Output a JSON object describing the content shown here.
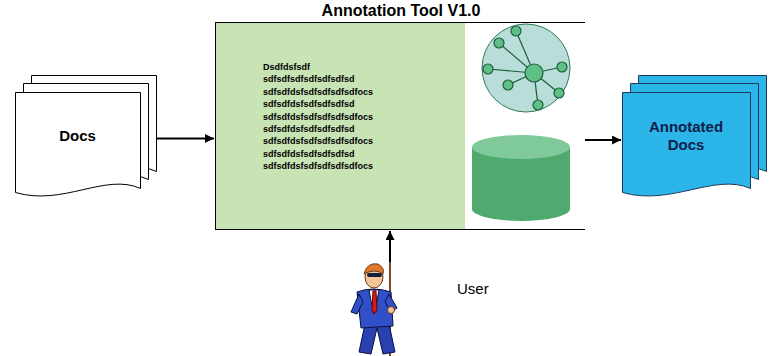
{
  "diagram": {
    "nodes": [
      {
        "text": [
          "Docs"
        ]
      },
      {
        "text": [
          "Annotation Tool V1.0",
          "Dsdfdsfsdf sdfsdfsdfsdfsdfsdfsd sdfsdfdsfsdfsdfsdfsdfocs sdfsdfdsfsdfsdfsdfsd sdfsdfdsfsdfsdfsdfsdfocs sdfsdfdsfsdfsdfsdfsd sdfsdfdsfsdfsdfsdfsdfocs sdfsdfdsfsdfsdfsdfsd sdfsdfdsfsdfsdfsdfsdfocs"
        ]
      },
      {
        "text": [
          "Annotated Docs"
        ]
      },
      {
        "text": [
          "User"
        ]
      }
    ],
    "edges": [
      {
        "from": 0,
        "to": 1,
        "arrow": "to"
      },
      {
        "from": 1,
        "to": 2,
        "arrow": "to"
      },
      {
        "from": 3,
        "to": 1,
        "arrow": "to"
      }
    ]
  }
}
